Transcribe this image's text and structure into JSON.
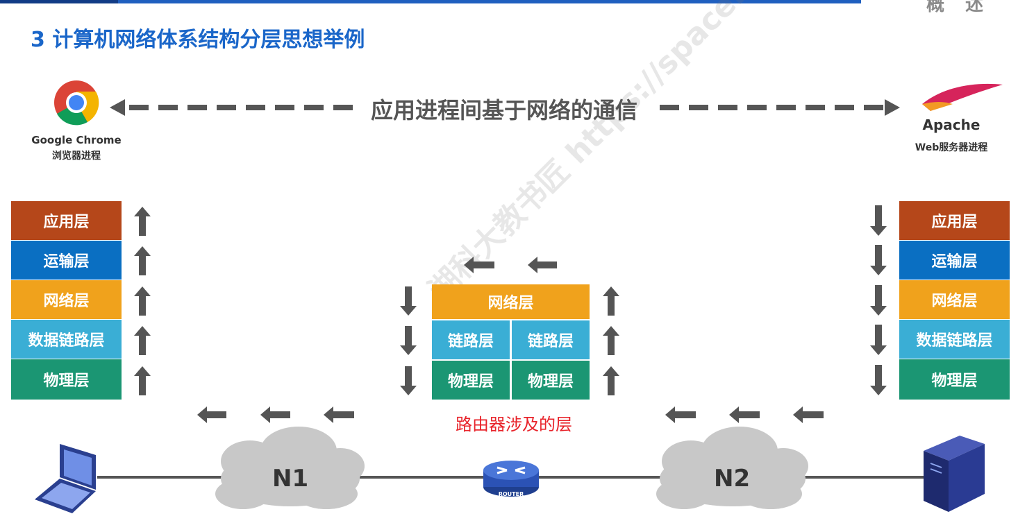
{
  "header": {
    "title": "3 计算机网络体系结构分层思想举例",
    "corner_text": "概述"
  },
  "communication_label": "应用进程间基于网络的通信",
  "client": {
    "name": "Google Chrome",
    "role": "浏览器进程",
    "icon": "chrome-icon"
  },
  "server": {
    "name": "Apache",
    "role": "Web服务器进程",
    "icon": "apache-feather-icon"
  },
  "left_stack": [
    "应用层",
    "运输层",
    "网络层",
    "数据链路层",
    "物理层"
  ],
  "right_stack": [
    "应用层",
    "运输层",
    "网络层",
    "数据链路层",
    "物理层"
  ],
  "router_stack": {
    "network": "网络层",
    "left_link": "链路层",
    "right_link": "链路层",
    "left_phys": "物理层",
    "right_phys": "物理层",
    "caption": "路由器涉及的层"
  },
  "networks": {
    "n1": "N1",
    "n2": "N2",
    "router_label": "ROUTER"
  },
  "colors": {
    "application": "#b5471a",
    "transport": "#0a6fc2",
    "network": "#f0a21c",
    "datalink": "#3aaed5",
    "physical": "#1b9673",
    "arrow": "#555555",
    "title": "#1a66c9"
  }
}
